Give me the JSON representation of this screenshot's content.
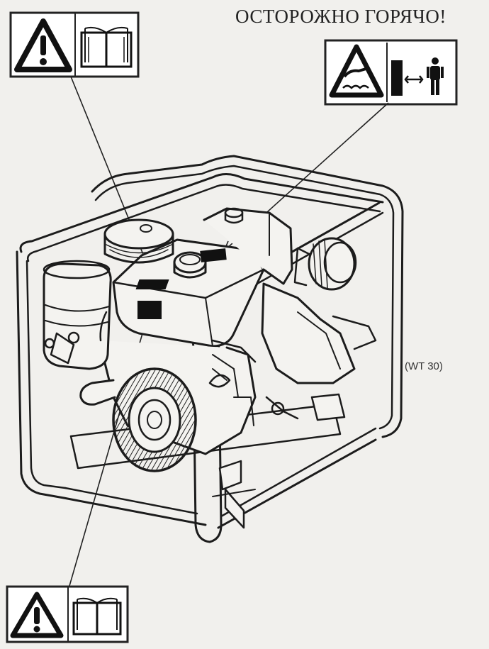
{
  "heading": "ОСТОРОЖНО ГОРЯЧО!",
  "model_label": "(WT 30)",
  "labels": [
    {
      "id": "top-left",
      "icons": [
        "warning-triangle-icon",
        "manual-book-icon"
      ]
    },
    {
      "id": "top-right",
      "icons": [
        "hot-surface-hand-icon",
        "keep-distance-person-icon"
      ]
    },
    {
      "id": "bottom-left",
      "icons": [
        "warning-triangle-icon",
        "manual-book-icon"
      ]
    }
  ],
  "colors": {
    "ink": "#1c1c1c",
    "paper": "#f1f0ed"
  }
}
